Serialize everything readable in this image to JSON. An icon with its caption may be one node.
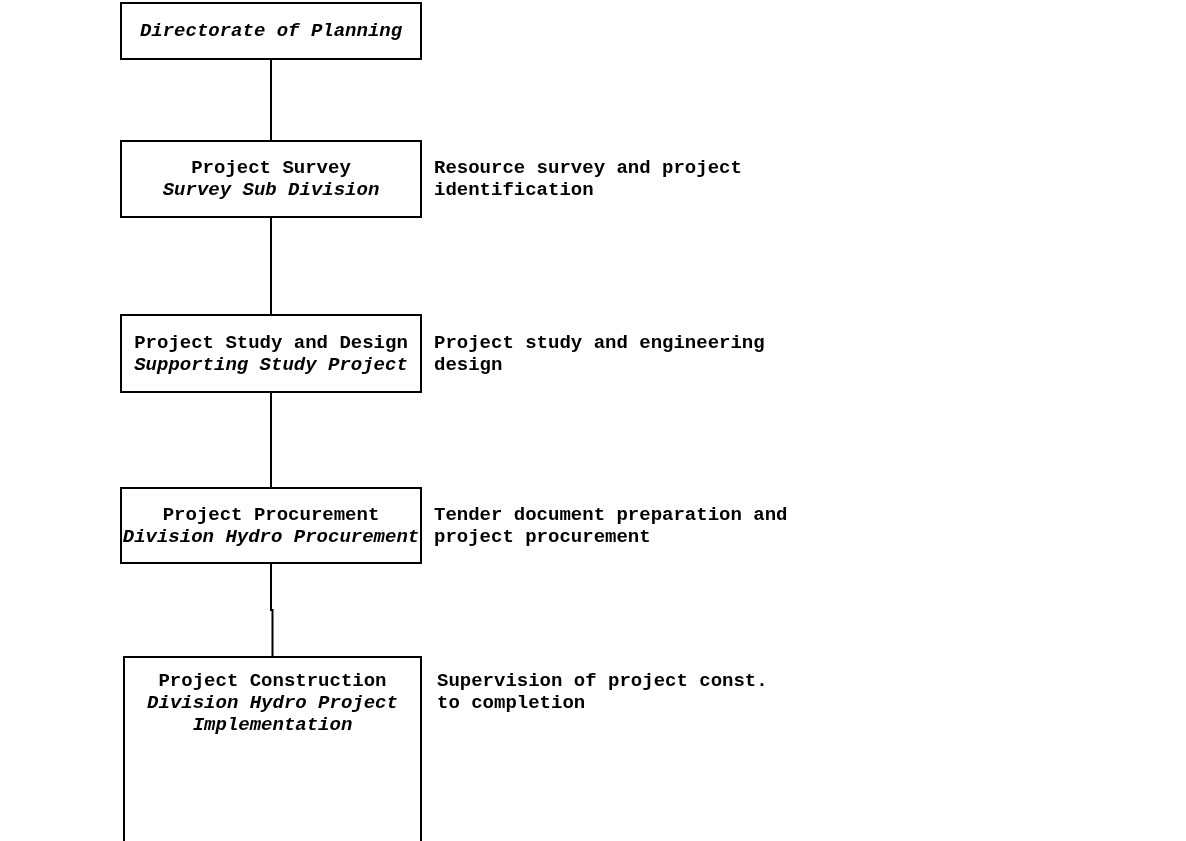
{
  "diagram": {
    "nodes": [
      {
        "text": [
          "Directorate of Planning"
        ]
      },
      {
        "text": [
          "Project Survey",
          "Survey Sub Division"
        ],
        "beside": [
          "Resource survey and project identification"
        ]
      },
      {
        "text": [
          "Project Study and Design",
          "Supporting Study Project"
        ],
        "beside": [
          "Project study and engineering design"
        ]
      },
      {
        "text": [
          "Project Procurement",
          "Division Hydro Procurement"
        ],
        "beside": [
          "Tender document preparation and project procurement"
        ]
      },
      {
        "text": [
          "Project Construction",
          "Division Hydro Project Implementation"
        ],
        "beside": [
          "Supervision of project const. to completion"
        ]
      }
    ],
    "edges": [
      {
        "from": 0,
        "to": 1,
        "arrow": "none"
      },
      {
        "from": 1,
        "to": 2,
        "arrow": "none"
      },
      {
        "from": 2,
        "to": 3,
        "arrow": "none"
      },
      {
        "from": 3,
        "to": 4,
        "arrow": "none"
      }
    ]
  }
}
